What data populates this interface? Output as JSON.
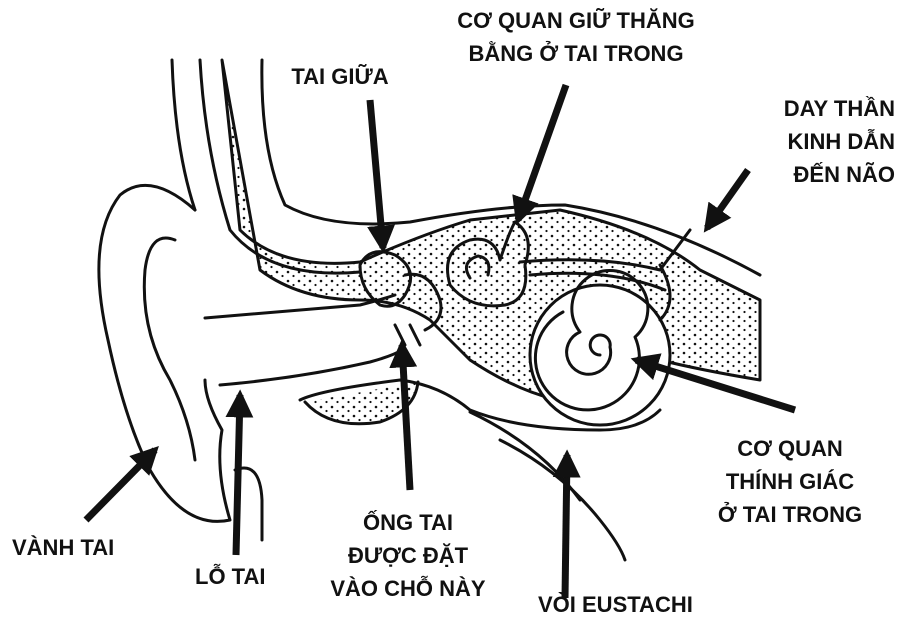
{
  "labels": {
    "balance_organ": [
      "CƠ QUAN GIỮ THĂNG",
      "BẰNG Ở TAI TRONG"
    ],
    "middle_ear": [
      "TAI GIỮA"
    ],
    "nerve": [
      "DAY THẦN",
      "KINH DẪN",
      "ĐẾN NÃO"
    ],
    "hearing_organ": [
      "CƠ QUAN",
      "THÍNH GIÁC",
      "Ở TAI TRONG"
    ],
    "auricle": [
      "VÀNH TAI"
    ],
    "ear_canal": [
      "LỖ TAI"
    ],
    "tube_placement": [
      "ỐNG TAI",
      "ĐƯỢC ĐẶT",
      "VÀO CHỖ NÀY"
    ],
    "eustachian": [
      "VÒI EUSTACHI"
    ]
  },
  "colors": {
    "ink": "#111111",
    "background": "#ffffff"
  }
}
